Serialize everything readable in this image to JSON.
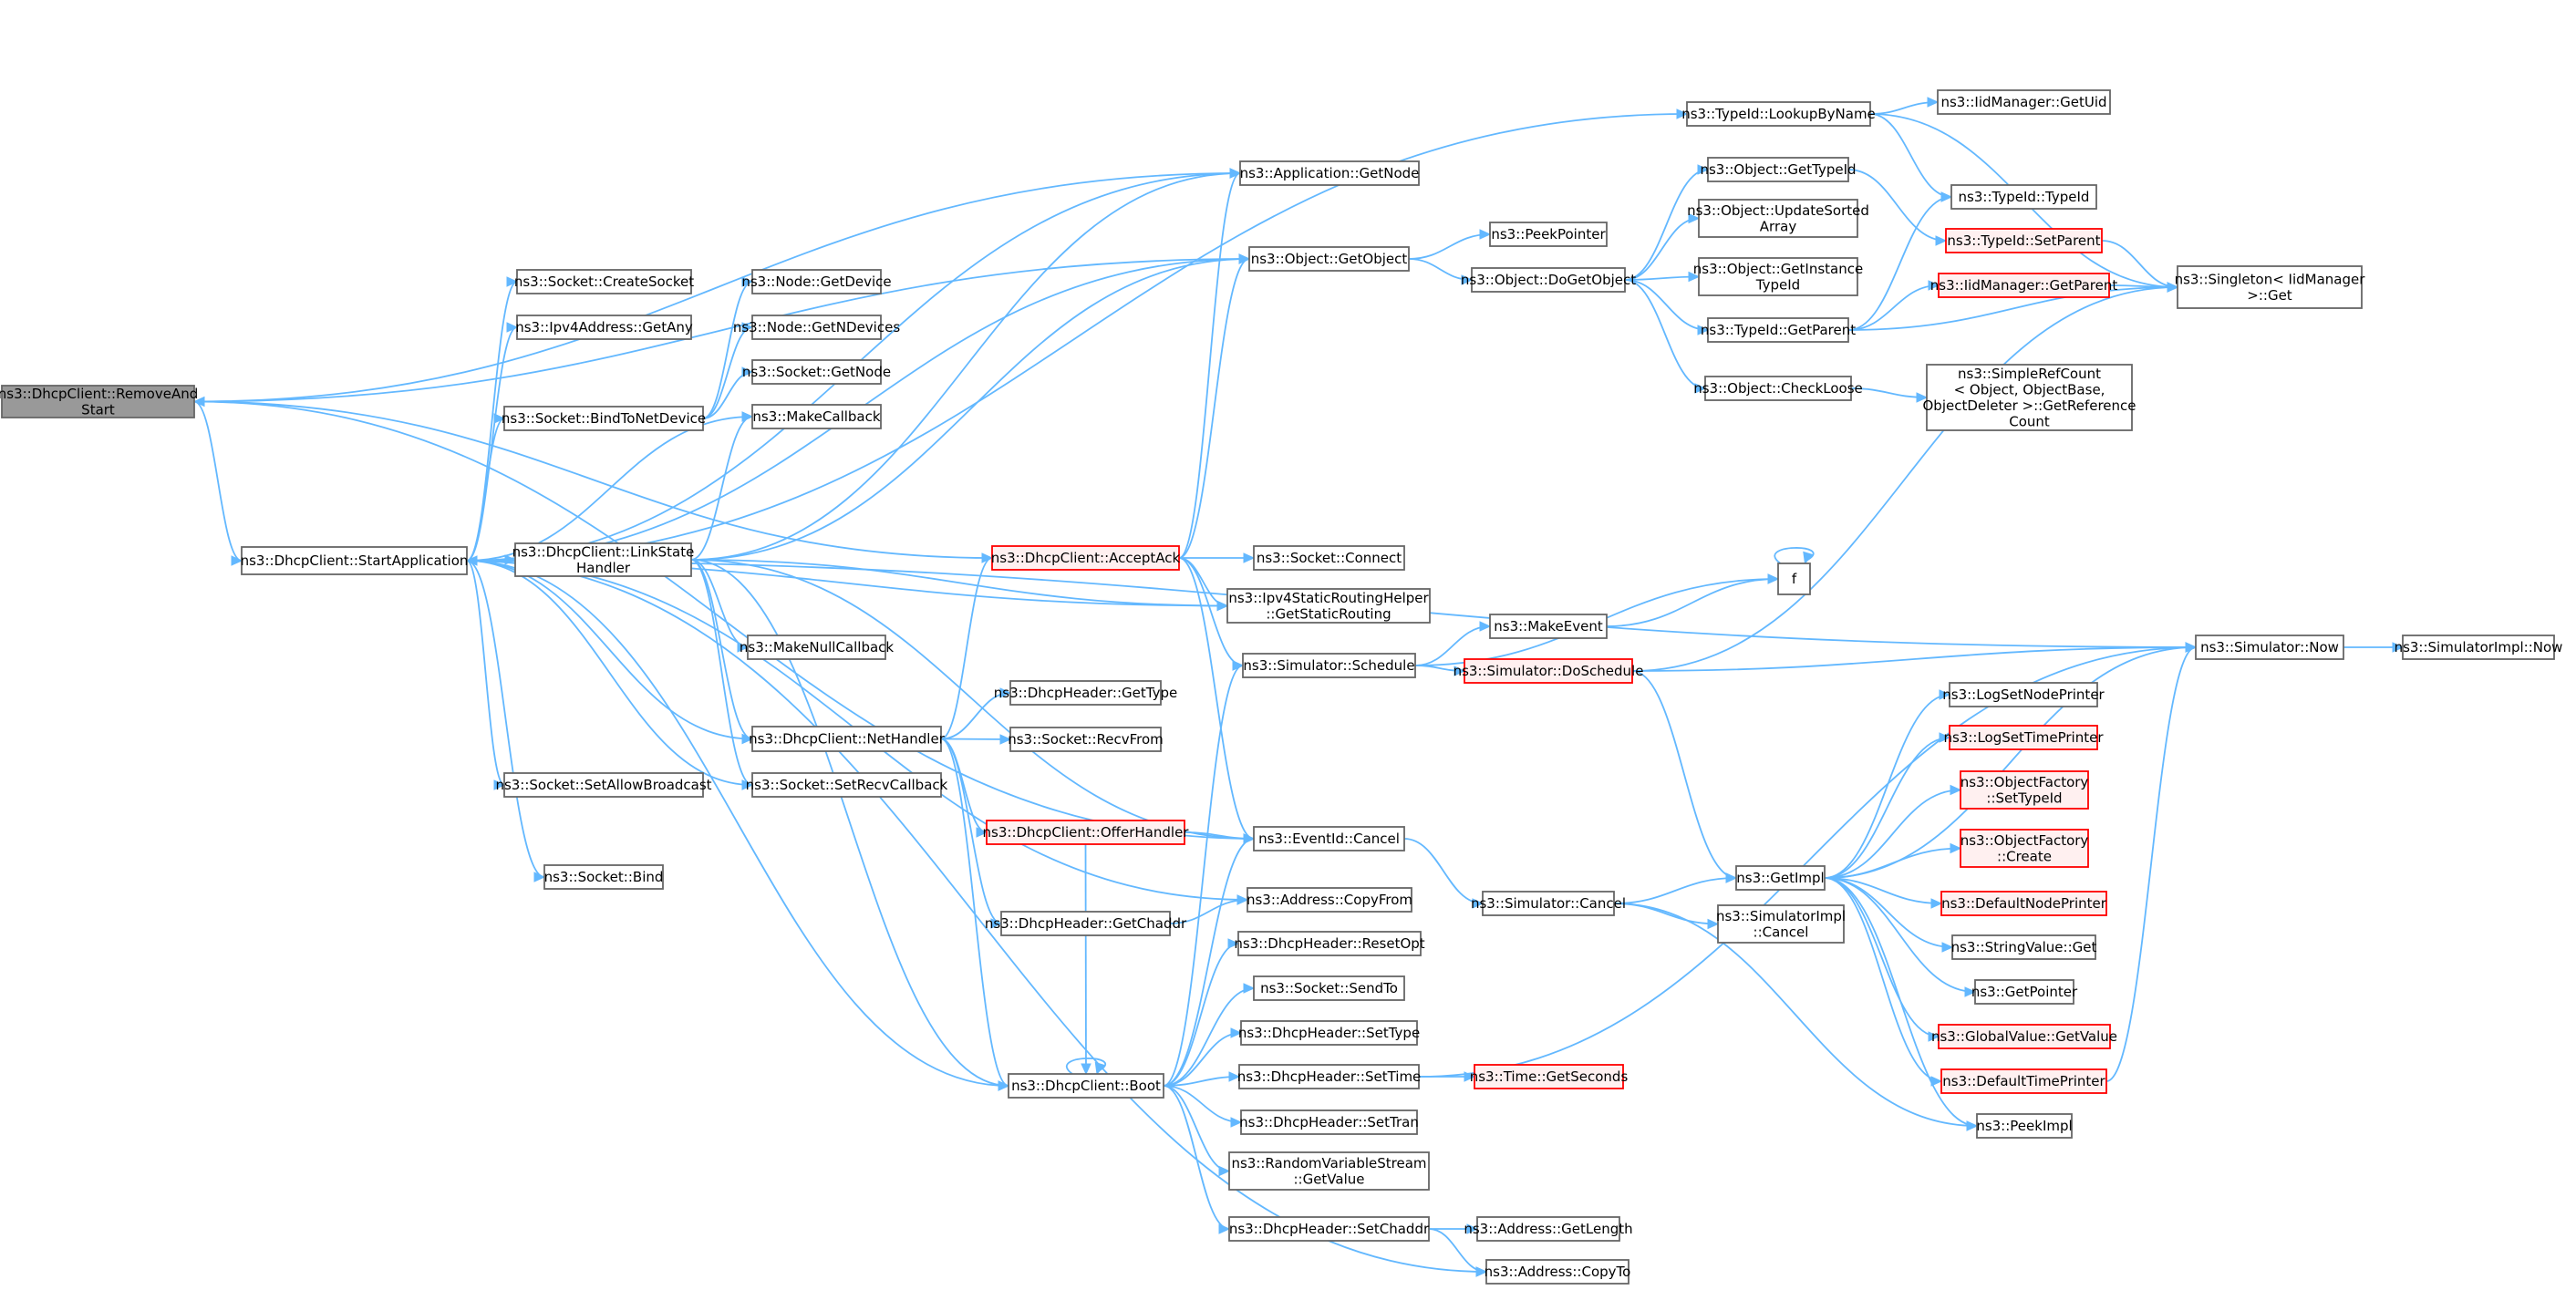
{
  "diagram": {
    "title": "",
    "colors": {
      "edge": "#63b8ff",
      "node_border": "#666666",
      "red_border": "#ff0000",
      "red_fill": "#fff0f0",
      "root_fill": "#999999"
    },
    "nodes": [
      {
        "id": "root",
        "lines": [
          "ns3::DhcpClient::RemoveAnd",
          "Start"
        ],
        "style": "root"
      },
      {
        "id": "startapp",
        "lines": [
          "ns3::DhcpClient::StartApplication"
        ]
      },
      {
        "id": "createsocket",
        "lines": [
          "ns3::Socket::CreateSocket"
        ]
      },
      {
        "id": "getany",
        "lines": [
          "ns3::Ipv4Address::GetAny"
        ]
      },
      {
        "id": "bindtonet",
        "lines": [
          "ns3::Socket::BindToNetDevice"
        ]
      },
      {
        "id": "linkstate",
        "lines": [
          "ns3::DhcpClient::LinkState",
          "Handler"
        ]
      },
      {
        "id": "setallow",
        "lines": [
          "ns3::Socket::SetAllowBroadcast"
        ]
      },
      {
        "id": "bind",
        "lines": [
          "ns3::Socket::Bind"
        ]
      },
      {
        "id": "nodegetdev",
        "lines": [
          "ns3::Node::GetDevice"
        ]
      },
      {
        "id": "nodegetndev",
        "lines": [
          "ns3::Node::GetNDevices"
        ]
      },
      {
        "id": "sockgetnode",
        "lines": [
          "ns3::Socket::GetNode"
        ]
      },
      {
        "id": "makecb",
        "lines": [
          "ns3::MakeCallback"
        ]
      },
      {
        "id": "makenullcb",
        "lines": [
          "ns3::MakeNullCallback"
        ]
      },
      {
        "id": "nethandler",
        "lines": [
          "ns3::DhcpClient::NetHandler"
        ]
      },
      {
        "id": "setrecvcb",
        "lines": [
          "ns3::Socket::SetRecvCallback"
        ]
      },
      {
        "id": "acceptack",
        "lines": [
          "ns3::DhcpClient::AcceptAck"
        ],
        "style": "red"
      },
      {
        "id": "offerhandler",
        "lines": [
          "ns3::DhcpClient::OfferHandler"
        ],
        "style": "red"
      },
      {
        "id": "dhgetchaddr",
        "lines": [
          "ns3::DhcpHeader::GetChaddr"
        ]
      },
      {
        "id": "dhgettype",
        "lines": [
          "ns3::DhcpHeader::GetType"
        ]
      },
      {
        "id": "recvfrom",
        "lines": [
          "ns3::Socket::RecvFrom"
        ]
      },
      {
        "id": "boot",
        "lines": [
          "ns3::DhcpClient::Boot"
        ]
      },
      {
        "id": "appgetnode",
        "lines": [
          "ns3::Application::GetNode"
        ]
      },
      {
        "id": "objgetobject",
        "lines": [
          "ns3::Object::GetObject"
        ]
      },
      {
        "id": "sockconnect",
        "lines": [
          "ns3::Socket::Connect"
        ]
      },
      {
        "id": "ipv4static",
        "lines": [
          "ns3::Ipv4StaticRoutingHelper",
          "::GetStaticRouting"
        ]
      },
      {
        "id": "simschedule",
        "lines": [
          "ns3::Simulator::Schedule"
        ]
      },
      {
        "id": "eventcancel",
        "lines": [
          "ns3::EventId::Cancel"
        ]
      },
      {
        "id": "addrcopyfrom",
        "lines": [
          "ns3::Address::CopyFrom"
        ]
      },
      {
        "id": "resetopt",
        "lines": [
          "ns3::DhcpHeader::ResetOpt"
        ]
      },
      {
        "id": "sendto",
        "lines": [
          "ns3::Socket::SendTo"
        ]
      },
      {
        "id": "settype",
        "lines": [
          "ns3::DhcpHeader::SetType"
        ]
      },
      {
        "id": "settime",
        "lines": [
          "ns3::DhcpHeader::SetTime"
        ]
      },
      {
        "id": "settran",
        "lines": [
          "ns3::DhcpHeader::SetTran"
        ]
      },
      {
        "id": "rvsgetvalue",
        "lines": [
          "ns3::RandomVariableStream",
          "::GetValue"
        ]
      },
      {
        "id": "setchaddr",
        "lines": [
          "ns3::DhcpHeader::SetChaddr"
        ]
      },
      {
        "id": "peekpointer",
        "lines": [
          "ns3::PeekPointer"
        ]
      },
      {
        "id": "dogetobject",
        "lines": [
          "ns3::Object::DoGetObject"
        ]
      },
      {
        "id": "makeevent",
        "lines": [
          "ns3::MakeEvent"
        ]
      },
      {
        "id": "doschedule",
        "lines": [
          "ns3::Simulator::DoSchedule"
        ],
        "style": "red"
      },
      {
        "id": "simcancel",
        "lines": [
          "ns3::Simulator::Cancel"
        ]
      },
      {
        "id": "gettime",
        "lines": [
          "ns3::Time::GetSeconds"
        ],
        "style": "red"
      },
      {
        "id": "addrgetlength",
        "lines": [
          "ns3::Address::GetLength"
        ]
      },
      {
        "id": "addrcopyto",
        "lines": [
          "ns3::Address::CopyTo"
        ]
      },
      {
        "id": "lookupbyname",
        "lines": [
          "ns3::TypeId::LookupByName"
        ]
      },
      {
        "id": "objgettypeid",
        "lines": [
          "ns3::Object::GetTypeId"
        ]
      },
      {
        "id": "updatesorted",
        "lines": [
          "ns3::Object::UpdateSorted",
          "Array"
        ]
      },
      {
        "id": "getinstance",
        "lines": [
          "ns3::Object::GetInstance",
          "TypeId"
        ]
      },
      {
        "id": "tgetparent",
        "lines": [
          "ns3::TypeId::GetParent"
        ]
      },
      {
        "id": "checkloose",
        "lines": [
          "ns3::Object::CheckLoose"
        ]
      },
      {
        "id": "f",
        "lines": [
          "f"
        ]
      },
      {
        "id": "getimpl",
        "lines": [
          "ns3::GetImpl"
        ]
      },
      {
        "id": "simimplcancel",
        "lines": [
          "ns3::SimulatorImpl",
          "::Cancel"
        ]
      },
      {
        "id": "iidgetuid",
        "lines": [
          "ns3::IidManager::GetUid"
        ]
      },
      {
        "id": "typeidctor",
        "lines": [
          "ns3::TypeId::TypeId"
        ]
      },
      {
        "id": "setparent",
        "lines": [
          "ns3::TypeId::SetParent"
        ],
        "style": "red"
      },
      {
        "id": "iidgetparent",
        "lines": [
          "ns3::IidManager::GetParent"
        ],
        "style": "red"
      },
      {
        "id": "simplerefcount",
        "lines": [
          "ns3::SimpleRefCount",
          "< Object, ObjectBase,",
          "ObjectDeleter >::GetReference",
          "Count"
        ]
      },
      {
        "id": "logsetnode",
        "lines": [
          "ns3::LogSetNodePrinter"
        ]
      },
      {
        "id": "logsettime",
        "lines": [
          "ns3::LogSetTimePrinter"
        ],
        "style": "red"
      },
      {
        "id": "ofsettypeid",
        "lines": [
          "ns3::ObjectFactory",
          "::SetTypeId"
        ],
        "style": "red"
      },
      {
        "id": "ofcreate",
        "lines": [
          "ns3::ObjectFactory",
          "::Create"
        ],
        "style": "red"
      },
      {
        "id": "defnodeprinter",
        "lines": [
          "ns3::DefaultNodePrinter"
        ],
        "style": "red"
      },
      {
        "id": "strvalget",
        "lines": [
          "ns3::StringValue::Get"
        ]
      },
      {
        "id": "getpointer",
        "lines": [
          "ns3::GetPointer"
        ]
      },
      {
        "id": "gvgetvalue",
        "lines": [
          "ns3::GlobalValue::GetValue"
        ],
        "style": "red"
      },
      {
        "id": "deftimeprinter",
        "lines": [
          "ns3::DefaultTimePrinter"
        ],
        "style": "red"
      },
      {
        "id": "peekimpl",
        "lines": [
          "ns3::PeekImpl"
        ]
      },
      {
        "id": "singleton",
        "lines": [
          "ns3::Singleton< IidManager",
          ">::Get"
        ]
      },
      {
        "id": "simnow",
        "lines": [
          "ns3::Simulator::Now"
        ]
      },
      {
        "id": "simimplnow",
        "lines": [
          "ns3::SimulatorImpl::Now"
        ]
      }
    ],
    "edges": [
      [
        "root",
        "startapp"
      ],
      [
        "root",
        "appgetnode"
      ],
      [
        "root",
        "objgetobject"
      ],
      [
        "root",
        "eventcancel"
      ],
      [
        "startapp",
        "createsocket"
      ],
      [
        "startapp",
        "getany"
      ],
      [
        "startapp",
        "bindtonet"
      ],
      [
        "startapp",
        "linkstate"
      ],
      [
        "startapp",
        "setallow"
      ],
      [
        "startapp",
        "bind"
      ],
      [
        "startapp",
        "makecb"
      ],
      [
        "startapp",
        "nethandler"
      ],
      [
        "startapp",
        "setrecvcb"
      ],
      [
        "startapp",
        "appgetnode"
      ],
      [
        "startapp",
        "objgetobject"
      ],
      [
        "startapp",
        "boot"
      ],
      [
        "startapp",
        "ipv4static"
      ],
      [
        "startapp",
        "addrcopyfrom"
      ],
      [
        "startapp",
        "addrcopyto"
      ],
      [
        "startapp",
        "simnow"
      ],
      [
        "bindtonet",
        "nodegetdev"
      ],
      [
        "bindtonet",
        "nodegetndev"
      ],
      [
        "bindtonet",
        "sockgetnode"
      ],
      [
        "linkstate",
        "startapp"
      ],
      [
        "linkstate",
        "makecb"
      ],
      [
        "linkstate",
        "makenullcb"
      ],
      [
        "linkstate",
        "nethandler"
      ],
      [
        "linkstate",
        "setrecvcb"
      ],
      [
        "linkstate",
        "appgetnode"
      ],
      [
        "linkstate",
        "objgetobject"
      ],
      [
        "linkstate",
        "ipv4static"
      ],
      [
        "linkstate",
        "eventcancel"
      ],
      [
        "linkstate",
        "boot"
      ],
      [
        "nethandler",
        "acceptack"
      ],
      [
        "nethandler",
        "offerhandler"
      ],
      [
        "nethandler",
        "dhgetchaddr"
      ],
      [
        "nethandler",
        "dhgettype"
      ],
      [
        "nethandler",
        "recvfrom"
      ],
      [
        "nethandler",
        "boot"
      ],
      [
        "acceptack",
        "root"
      ],
      [
        "acceptack",
        "sockconnect"
      ],
      [
        "acceptack",
        "ipv4static"
      ],
      [
        "acceptack",
        "simschedule"
      ],
      [
        "acceptack",
        "eventcancel"
      ],
      [
        "acceptack",
        "appgetnode"
      ],
      [
        "acceptack",
        "objgetobject"
      ],
      [
        "offerhandler",
        "eventcancel"
      ],
      [
        "offerhandler",
        "boot"
      ],
      [
        "dhgetchaddr",
        "addrcopyfrom"
      ],
      [
        "boot",
        "boot"
      ],
      [
        "boot",
        "resetopt"
      ],
      [
        "boot",
        "sendto"
      ],
      [
        "boot",
        "settype"
      ],
      [
        "boot",
        "settime"
      ],
      [
        "boot",
        "settran"
      ],
      [
        "boot",
        "rvsgetvalue"
      ],
      [
        "boot",
        "setchaddr"
      ],
      [
        "boot",
        "simschedule"
      ],
      [
        "boot",
        "eventcancel"
      ],
      [
        "objgetobject",
        "peekpointer"
      ],
      [
        "objgetobject",
        "dogetobject"
      ],
      [
        "dogetobject",
        "objgettypeid"
      ],
      [
        "dogetobject",
        "updatesorted"
      ],
      [
        "dogetobject",
        "getinstance"
      ],
      [
        "dogetobject",
        "tgetparent"
      ],
      [
        "dogetobject",
        "checkloose"
      ],
      [
        "objgettypeid",
        "setparent"
      ],
      [
        "tgetparent",
        "typeidctor"
      ],
      [
        "tgetparent",
        "iidgetparent"
      ],
      [
        "tgetparent",
        "singleton"
      ],
      [
        "checkloose",
        "simplerefcount"
      ],
      [
        "simschedule",
        "makeevent"
      ],
      [
        "simschedule",
        "doschedule"
      ],
      [
        "simschedule",
        "f"
      ],
      [
        "makeevent",
        "f"
      ],
      [
        "f",
        "f"
      ],
      [
        "doschedule",
        "getimpl"
      ],
      [
        "doschedule",
        "simnow"
      ],
      [
        "doschedule",
        "singleton"
      ],
      [
        "eventcancel",
        "simcancel"
      ],
      [
        "simcancel",
        "getimpl"
      ],
      [
        "simcancel",
        "simimplcancel"
      ],
      [
        "simcancel",
        "peekimpl"
      ],
      [
        "settime",
        "gettime"
      ],
      [
        "settime",
        "simnow"
      ],
      [
        "setchaddr",
        "addrgetlength"
      ],
      [
        "setchaddr",
        "addrcopyto"
      ],
      [
        "lookupbyname",
        "iidgetuid"
      ],
      [
        "lookupbyname",
        "typeidctor"
      ],
      [
        "lookupbyname",
        "singleton"
      ],
      [
        "setparent",
        "singleton"
      ],
      [
        "iidgetparent",
        "singleton"
      ],
      [
        "getimpl",
        "logsetnode"
      ],
      [
        "getimpl",
        "logsettime"
      ],
      [
        "getimpl",
        "ofsettypeid"
      ],
      [
        "getimpl",
        "ofcreate"
      ],
      [
        "getimpl",
        "defnodeprinter"
      ],
      [
        "getimpl",
        "strvalget"
      ],
      [
        "getimpl",
        "getpointer"
      ],
      [
        "getimpl",
        "gvgetvalue"
      ],
      [
        "getimpl",
        "deftimeprinter"
      ],
      [
        "getimpl",
        "peekimpl"
      ],
      [
        "getimpl",
        "simnow"
      ],
      [
        "deftimeprinter",
        "simnow"
      ],
      [
        "simnow",
        "simimplnow"
      ],
      [
        "startapp",
        "lookupbyname"
      ]
    ]
  }
}
